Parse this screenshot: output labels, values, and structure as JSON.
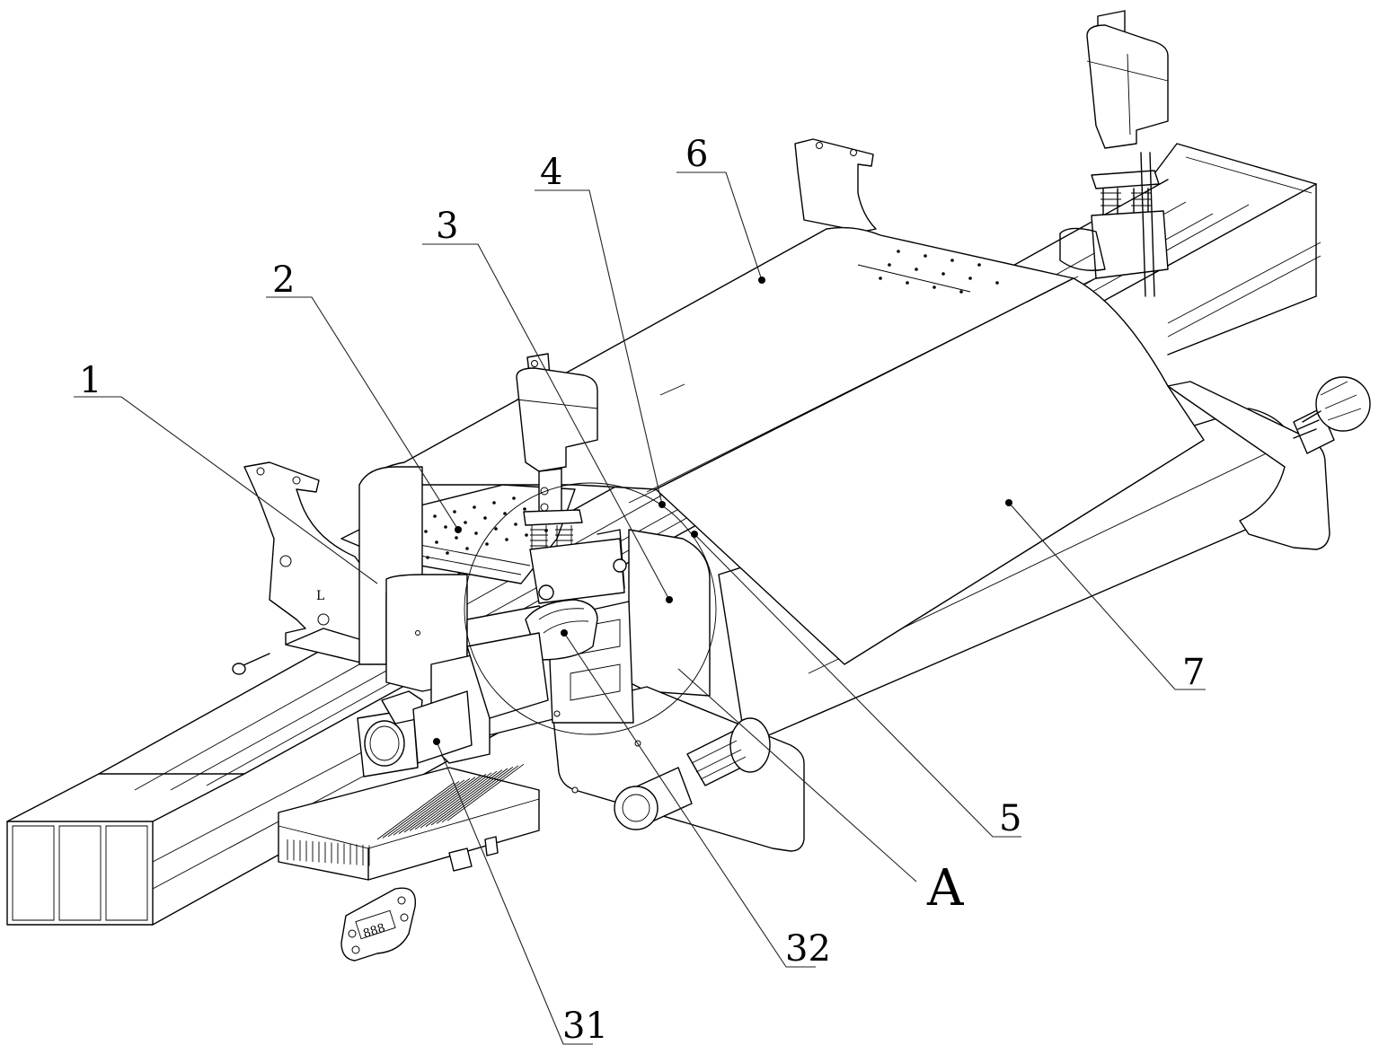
{
  "figure": {
    "type": "patent-technical-drawing",
    "subject": "roller/film feeding machine assembly (isometric view)",
    "line_color": "#000000",
    "background": "#ffffff"
  },
  "callouts": [
    {
      "id": "1",
      "text": "1"
    },
    {
      "id": "2",
      "text": "2"
    },
    {
      "id": "3",
      "text": "3"
    },
    {
      "id": "4",
      "text": "4"
    },
    {
      "id": "5",
      "text": "5"
    },
    {
      "id": "6",
      "text": "6"
    },
    {
      "id": "7",
      "text": "7"
    },
    {
      "id": "31",
      "text": "31"
    },
    {
      "id": "32",
      "text": "32"
    },
    {
      "id": "A",
      "text": "A"
    }
  ],
  "part_marks": {
    "bracket_letter": "L",
    "driver_display": "888"
  }
}
